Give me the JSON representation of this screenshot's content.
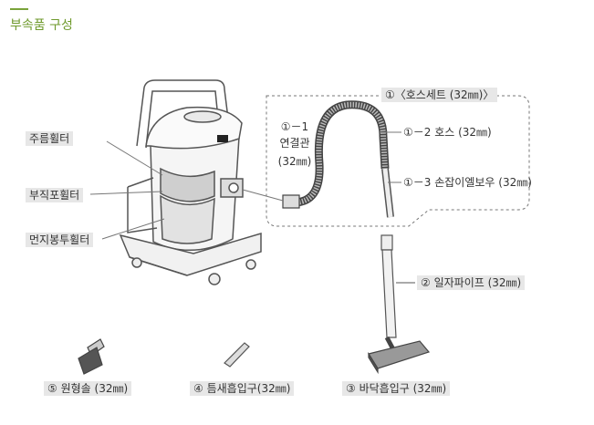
{
  "title": "부속품 구성",
  "labels": {
    "pleated_filter": "주름휠터",
    "cloth_filter": "부직포휠터",
    "dust_bag_filter": "먼지봉투휠터",
    "hose_set": "①〈호스세트 (32㎜)〉",
    "connector_num": "①－1",
    "connector_name": "연결관",
    "connector_size": "(32㎜)",
    "hose": "①－2  호스  (32㎜)",
    "handle_elbow": "①－3  손잡이엘보우 (32㎜)",
    "straight_pipe": "②  일자파이프  (32㎜)",
    "round_brush": "⑤  원형솔  (32㎜)",
    "crevice_nozzle": "④  틈새흡입구(32㎜)",
    "floor_nozzle": "③  바닥흡입구  (32㎜)"
  },
  "colors": {
    "accent": "#7aa33a",
    "title_green": "#6f9a2c",
    "label_bg": "#e7e7e7",
    "line": "#555555"
  }
}
